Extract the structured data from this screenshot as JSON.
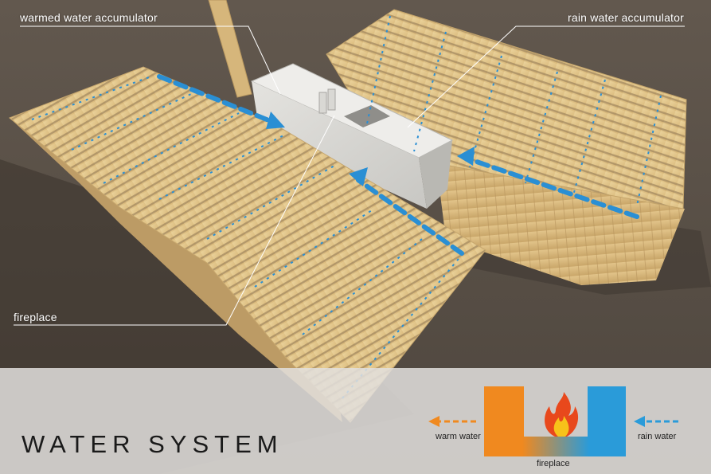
{
  "callouts": {
    "warmed": "warmed water accumulator",
    "rain": "rain water accumulator",
    "fireplace": "fireplace"
  },
  "title": "WATER SYSTEM",
  "legend": {
    "warm_water": "warm water",
    "rain_water": "rain water",
    "fireplace": "fireplace"
  },
  "colors": {
    "warm": "#f0891f",
    "cold": "#2a9bd9",
    "flow_arrow": "#2a8fd4",
    "timber": "#e9cf95"
  },
  "icons": [
    "fire-icon",
    "arrow-left-icon"
  ]
}
